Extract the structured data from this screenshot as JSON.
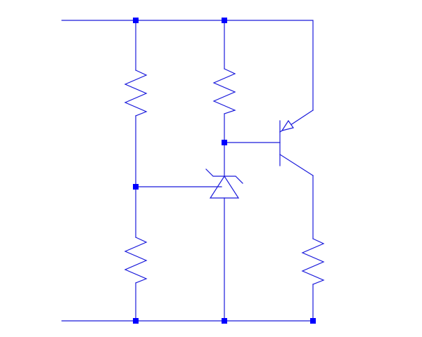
{
  "diagram": {
    "kind": "circuit-schematic",
    "colors": {
      "wire": "#1a1adb",
      "node": "#0000ff",
      "background": "#ffffff"
    },
    "components": [
      {
        "type": "resistor",
        "id": "R1"
      },
      {
        "type": "resistor",
        "id": "R2"
      },
      {
        "type": "resistor",
        "id": "R3"
      },
      {
        "type": "resistor",
        "id": "R4"
      },
      {
        "type": "zener-diode",
        "id": "D1"
      },
      {
        "type": "pnp-transistor",
        "id": "Q1"
      }
    ],
    "junction_count": 7
  }
}
